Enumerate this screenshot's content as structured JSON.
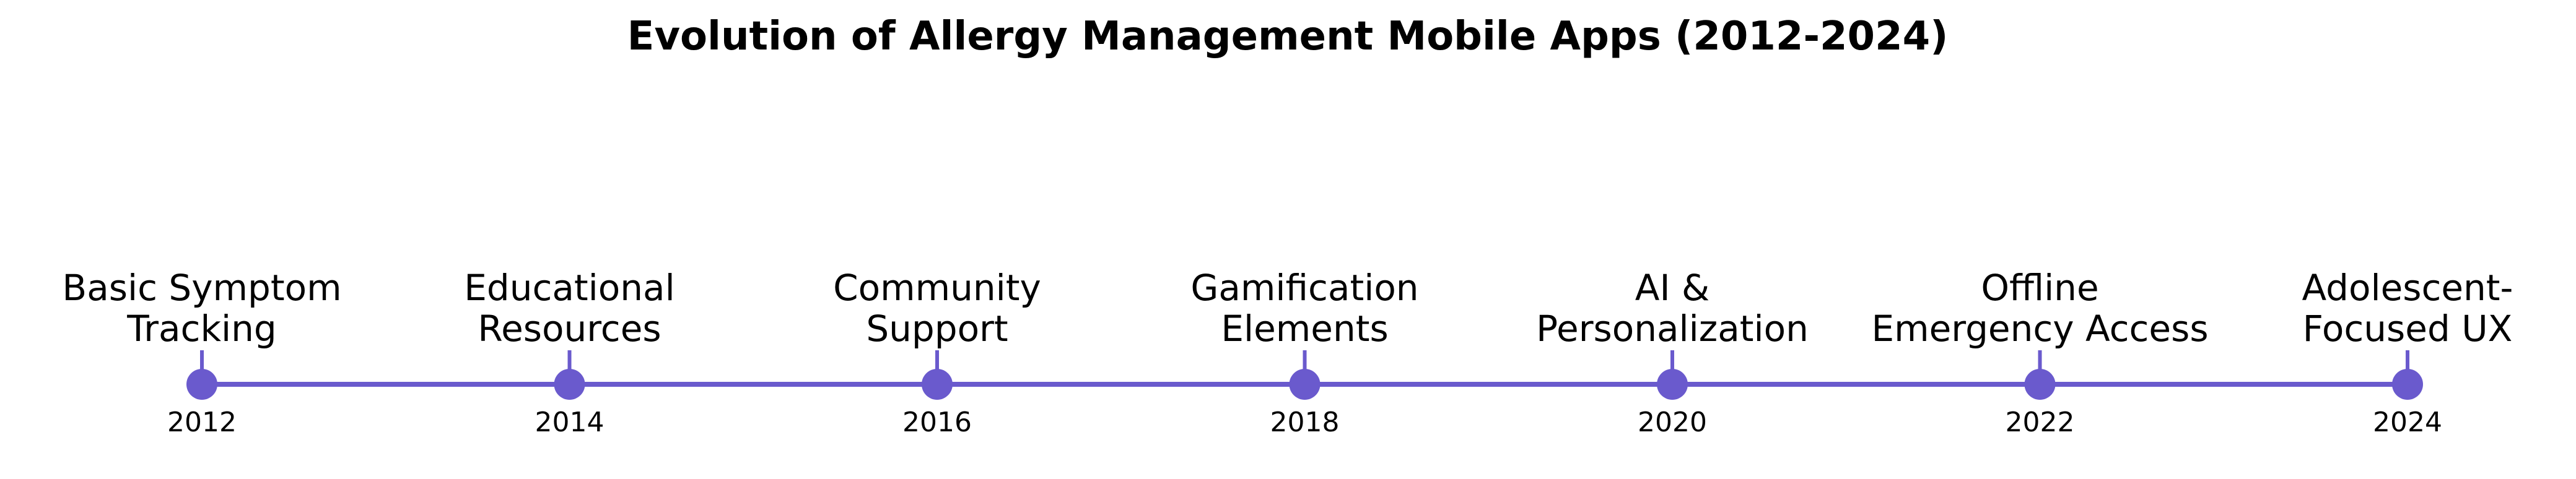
{
  "chart_data": {
    "type": "timeline",
    "title": "Evolution of Allergy Management Mobile Apps (2012-2024)",
    "events": [
      {
        "year": 2012,
        "year_label": "2012",
        "label": [
          "Basic Symptom",
          "Tracking"
        ]
      },
      {
        "year": 2014,
        "year_label": "2014",
        "label": [
          "Educational",
          "Resources"
        ]
      },
      {
        "year": 2016,
        "year_label": "2016",
        "label": [
          "Community",
          "Support"
        ]
      },
      {
        "year": 2018,
        "year_label": "2018",
        "label": [
          "Gamification",
          "Elements"
        ]
      },
      {
        "year": 2020,
        "year_label": "2020",
        "label": [
          "AI &",
          "Personalization"
        ]
      },
      {
        "year": 2022,
        "year_label": "2022",
        "label": [
          "Offline",
          "Emergency Access"
        ]
      },
      {
        "year": 2024,
        "year_label": "2024",
        "label": [
          "Adolescent-",
          "Focused UX"
        ]
      }
    ],
    "xlim": [
      2012,
      2024
    ],
    "grid": false,
    "colors": {
      "line": "#6a5acd",
      "marker": "#6a5acd",
      "text": "#000000"
    }
  }
}
